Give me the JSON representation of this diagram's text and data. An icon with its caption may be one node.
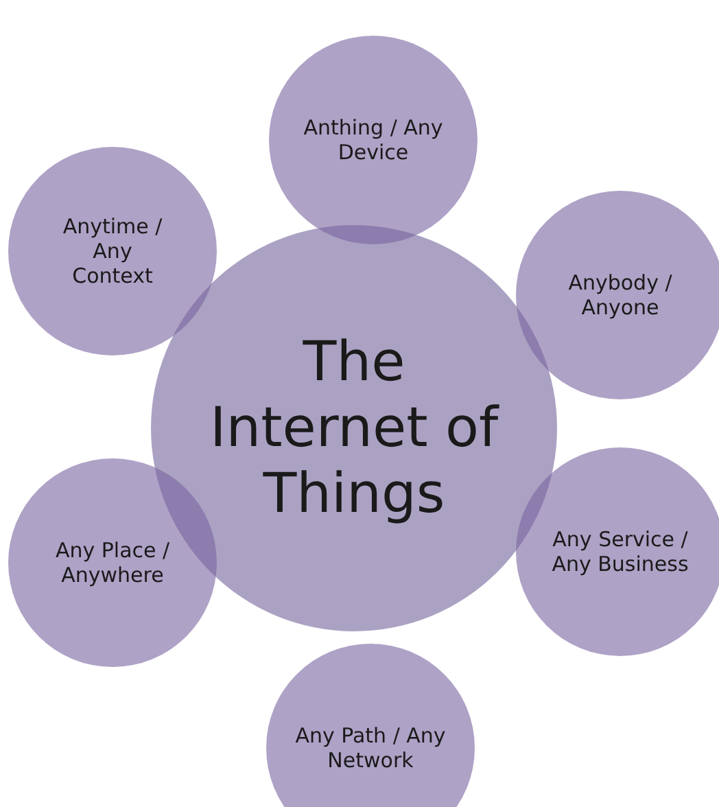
{
  "diagram": {
    "nodes": [
      {
        "text": [
          "The Internet of Things"
        ]
      },
      {
        "text": [
          "Anthing / Any Device"
        ]
      },
      {
        "text": [
          "Anybody / Anyone"
        ]
      },
      {
        "text": [
          "Any Service / Any Business"
        ]
      },
      {
        "text": [
          "Any Path / Any Network"
        ]
      },
      {
        "text": [
          "Any Place / Anywhere"
        ]
      },
      {
        "text": [
          "Anytime / Any Context"
        ]
      }
    ]
  }
}
